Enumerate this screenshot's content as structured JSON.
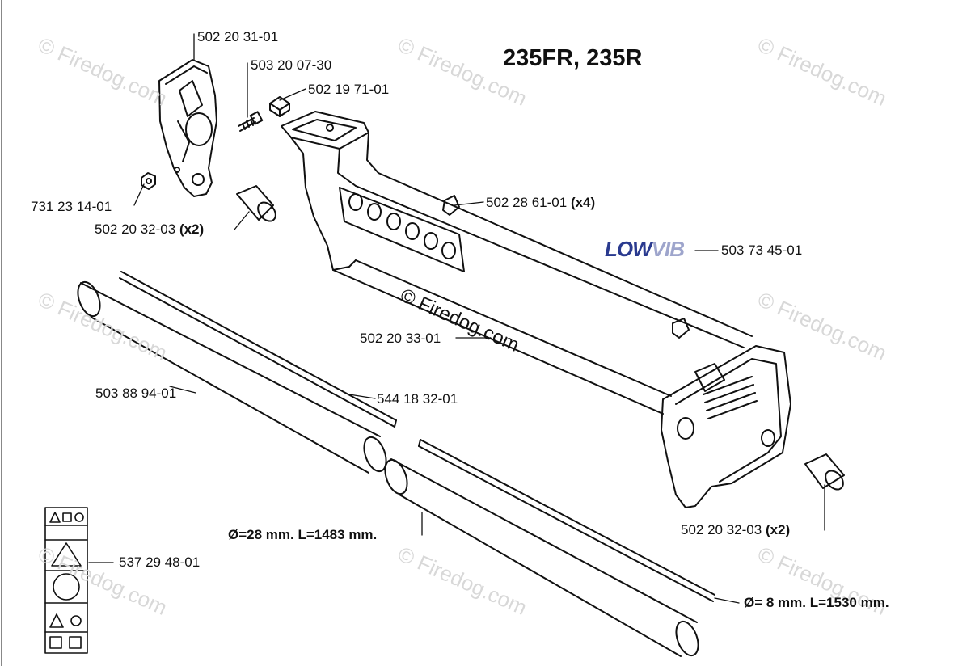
{
  "title": "235FR, 235R",
  "watermark": "Firedog.com",
  "watermark_center": "© Firedog.com",
  "logo": {
    "text_a": "LOW",
    "text_b": "VIB",
    "color": "#2a3a8f"
  },
  "parts": [
    {
      "part_number": "502 20 31-01",
      "qty": ""
    },
    {
      "part_number": "503 20 07-30",
      "qty": ""
    },
    {
      "part_number": "502 19 71-01",
      "qty": ""
    },
    {
      "part_number": "731 23 14-01",
      "qty": ""
    },
    {
      "part_number": "502 20 32-03",
      "qty": "(x2)"
    },
    {
      "part_number": "502 28 61-01",
      "qty": "(x4)"
    },
    {
      "part_number": "503 73 45-01",
      "qty": ""
    },
    {
      "part_number": "502 20 33-01",
      "qty": ""
    },
    {
      "part_number": "503 88 94-01",
      "qty": ""
    },
    {
      "part_number": "544 18 32-01",
      "qty": ""
    },
    {
      "part_number": "502 20 32-03",
      "qty": "(x2)"
    },
    {
      "part_number": "537 29 48-01",
      "qty": ""
    }
  ],
  "dimensions": [
    {
      "text": "Ø=28 mm. L=1483 mm."
    },
    {
      "text": "Ø= 8 mm. L=1530 mm."
    }
  ]
}
